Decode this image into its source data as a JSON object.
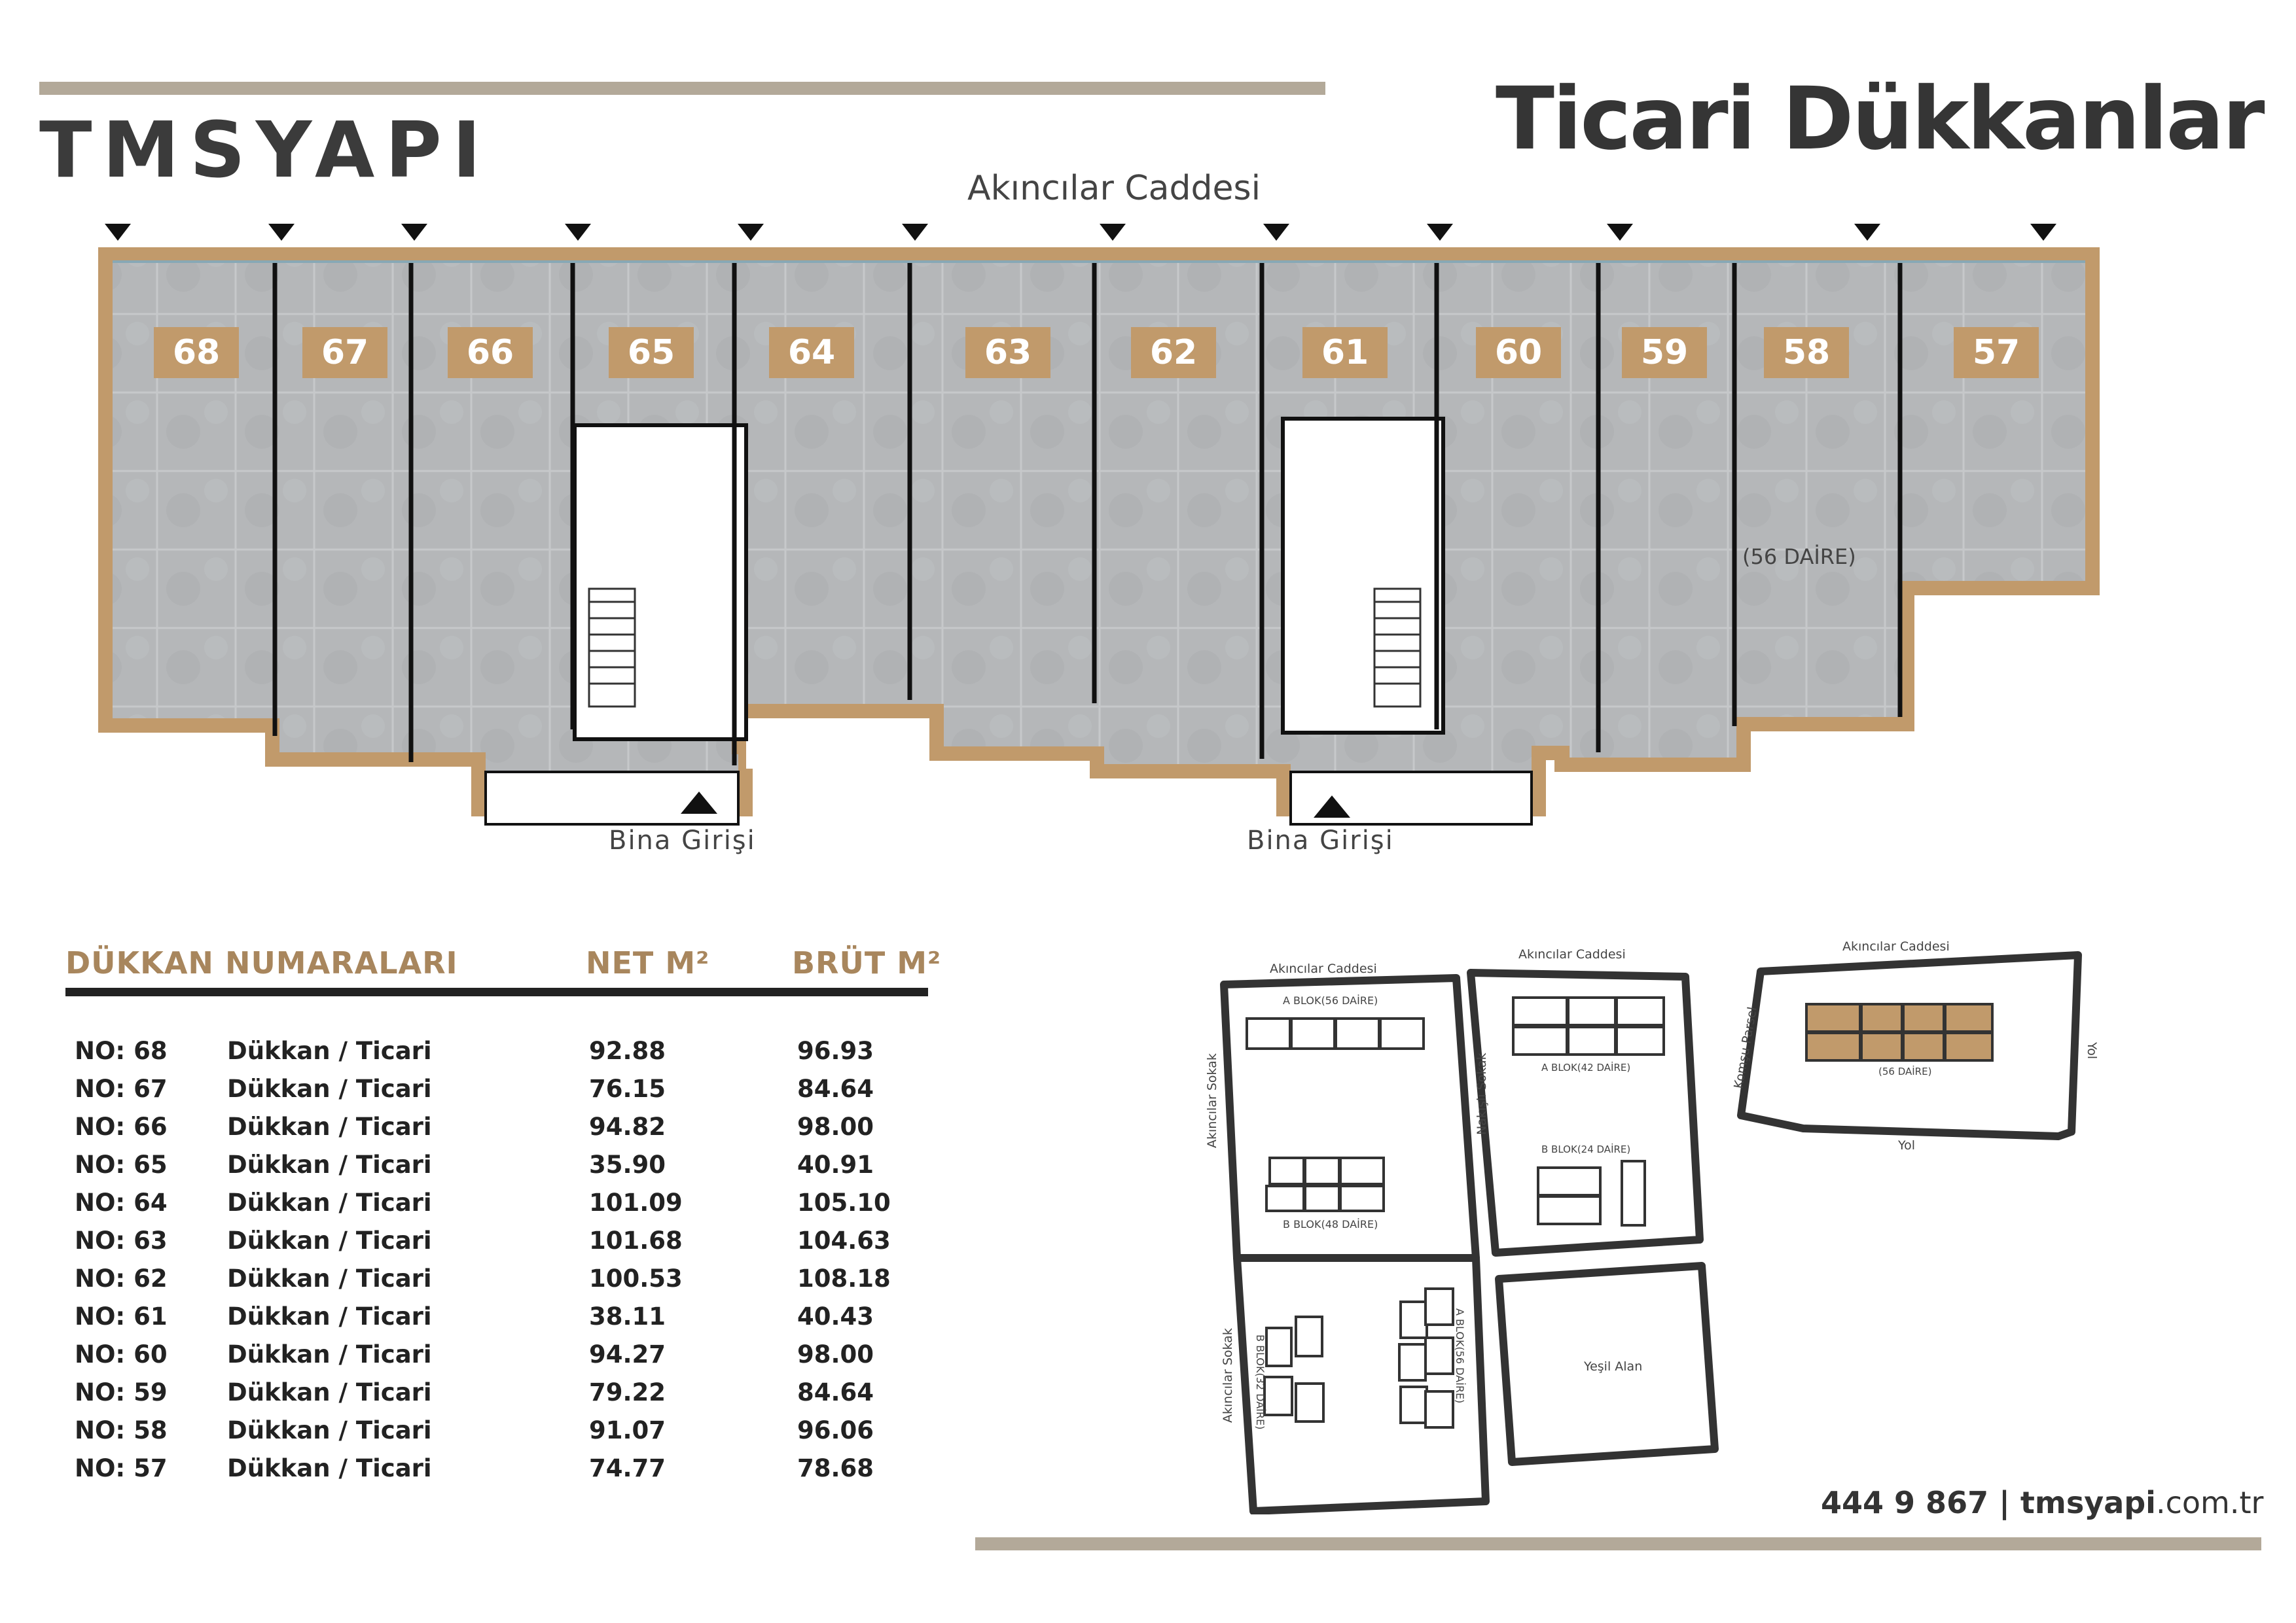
{
  "header": {
    "logo": "TMSYAPI",
    "title": "Ticari Dükkanlar"
  },
  "floorplan": {
    "street_top": "Akıncılar Caddesi",
    "entrance_left": "Bina Girişi",
    "entrance_right": "Bina Girişi",
    "block_label": "(56 DAİRE)",
    "shops": [
      "68",
      "67",
      "66",
      "65",
      "64",
      "63",
      "62",
      "61",
      "60",
      "59",
      "58",
      "57"
    ]
  },
  "table": {
    "headers": {
      "shop": "DÜKKAN NUMARALARI",
      "net": "NET M²",
      "gross": "BRÜT M²"
    },
    "rows": [
      {
        "no": "NO: 68",
        "type": "Dükkan / Ticari",
        "net": "92.88",
        "gross": "96.93"
      },
      {
        "no": "NO: 67",
        "type": "Dükkan / Ticari",
        "net": "76.15",
        "gross": "84.64"
      },
      {
        "no": "NO: 66",
        "type": "Dükkan / Ticari",
        "net": "94.82",
        "gross": "98.00"
      },
      {
        "no": "NO: 65",
        "type": "Dükkan / Ticari",
        "net": "35.90",
        "gross": "40.91"
      },
      {
        "no": "NO: 64",
        "type": "Dükkan / Ticari",
        "net": "101.09",
        "gross": "105.10"
      },
      {
        "no": "NO: 63",
        "type": "Dükkan / Ticari",
        "net": "101.68",
        "gross": "104.63"
      },
      {
        "no": "NO: 62",
        "type": "Dükkan / Ticari",
        "net": "100.53",
        "gross": "108.18"
      },
      {
        "no": "NO: 61",
        "type": "Dükkan / Ticari",
        "net": "38.11",
        "gross": "40.43"
      },
      {
        "no": "NO: 60",
        "type": "Dükkan / Ticari",
        "net": "94.27",
        "gross": "98.00"
      },
      {
        "no": "NO: 59",
        "type": "Dükkan / Ticari",
        "net": "79.22",
        "gross": "84.64"
      },
      {
        "no": "NO: 58",
        "type": "Dükkan / Ticari",
        "net": "91.07",
        "gross": "96.06"
      },
      {
        "no": "NO: 57",
        "type": "Dükkan / Ticari",
        "net": "74.77",
        "gross": "78.68"
      }
    ]
  },
  "siteplan": {
    "p1_street_top": "Akıncılar Caddesi",
    "p1_block_a": "A BLOK(56 DAİRE)",
    "p1_side": "Akıncılar Sokak",
    "p1_block_b": "B BLOK(48 DAİRE)",
    "p3_side": "Akıncılar Sokak",
    "p3_block_b": "B BLOK(32 DAİRE)",
    "p3_block_a": "A BLOK(56 DAİRE)",
    "p2_street_top": "Akıncılar Caddesi",
    "p2_side": "Nakışlı Sokak",
    "p2_block_a": "A BLOK(42 DAİRE)",
    "p2_block_b": "B BLOK(24 DAİRE)",
    "p4_label": "Yeşil Alan",
    "p5_street_top": "Akıncılar Caddesi",
    "p5_left": "Komşu Parsel",
    "p5_right": "Yol",
    "p5_bottom": "Yol",
    "p5_block": "(56 DAİRE)"
  },
  "footer": {
    "phone": "444 9 867",
    "separator": " | ",
    "site_name": "tmsyapi",
    "site_tld": ".com.tr"
  },
  "colors": {
    "accent": "#c19a6b",
    "bar": "#b3a999",
    "floor": "#b4b6b8",
    "wall": "#111111"
  }
}
